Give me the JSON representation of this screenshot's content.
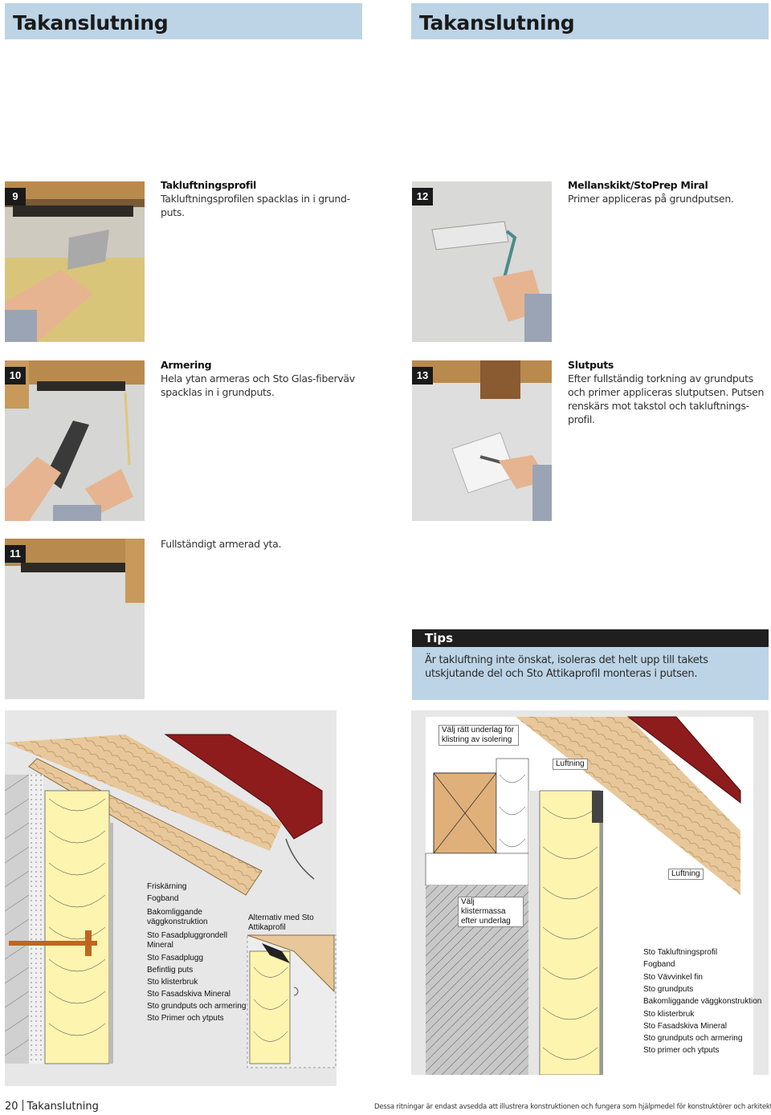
{
  "headers": {
    "left_title": "Takanslutning",
    "right_title": "Takanslutning"
  },
  "steps": [
    {
      "num": "9",
      "title": "Takluftningsprofil",
      "body": "Takluftningsprofilen spacklas in i grund-puts."
    },
    {
      "num": "10",
      "title": "Armering",
      "body": "Hela ytan armeras och Sto Glas-fiberväv spacklas in i grundputs."
    },
    {
      "num": "11",
      "title": "",
      "body": "Fullständigt armerad yta."
    },
    {
      "num": "12",
      "title": "Mellanskikt/StoPrep Miral",
      "body": "Primer appliceras på grundputsen."
    },
    {
      "num": "13",
      "title": "Slutputs",
      "body": "Efter fullständig torkning av grundputs och primer appliceras slutputsen. Putsen renskärs mot takstol och takluftnings-profil."
    }
  ],
  "tips": {
    "heading": "Tips",
    "text": "Är takluftning inte önskat, isoleras det helt upp till takets utskjutande del och Sto Attikaprofil monteras i putsen."
  },
  "drawing_left": {
    "labels": [
      "Friskärning",
      "Fogband",
      "Bakomliggande väggkonstruktion",
      "Sto Fasadpluggrondell Mineral",
      "Sto Fasadplugg",
      "Befintlig puts",
      "Sto klisterbruk",
      "Sto Fasadskiva Mineral",
      "Sto grundputs och armering",
      "Sto Primer och ytputs"
    ],
    "alt_label": "Alternativ med Sto Attikaprofil"
  },
  "drawing_right": {
    "box_top": "Välj rätt underlag för klistring av isolering",
    "box_luft1": "Luftning",
    "box_luft2": "Luftning",
    "box_klister": "Välj klistermassa efter underlag",
    "labels": [
      "Sto Takluftningsprofil",
      "Fogband",
      "Sto Vävvinkel fin",
      "Sto grundputs",
      "Bakomliggande väggkonstruktion",
      "Sto klisterbruk",
      "Sto Fasadskiva Mineral",
      "Sto grundputs och armering",
      "Sto primer och ytputs"
    ]
  },
  "footer": {
    "page_number": "20",
    "section": "Takanslutning",
    "note": "Dessa ritningar är endast avsedda att illustrera konstruktionen och fungera som hjälpmedel för konstruktörer och arkitekter."
  },
  "colors": {
    "header_bg": "#bcd4e6",
    "tips_bg": "#bcd4e6",
    "tips_head": "#1f1f1f",
    "insulation": "#fdf4b0",
    "wood": "#e8c89a",
    "roof_red": "#8e1c1c",
    "drawing_bg": "#e7e7e8"
  }
}
